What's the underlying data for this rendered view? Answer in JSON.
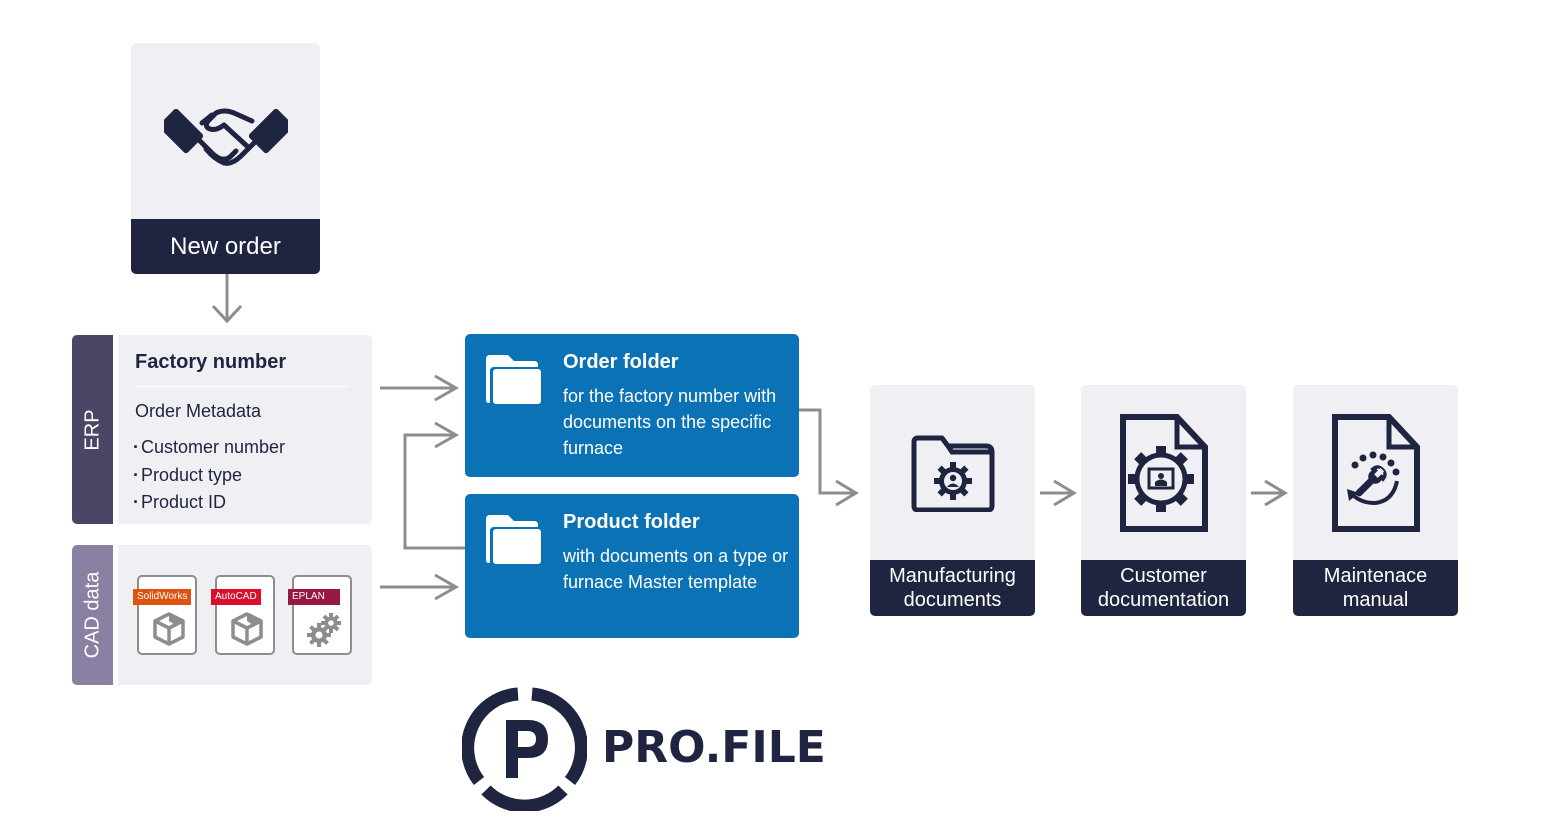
{
  "new_order": {
    "label": "New order",
    "icon": "handshake-icon"
  },
  "erp": {
    "tab_label": "ERP",
    "title": "Factory number",
    "subtitle": "Order Metadata",
    "bullet": "·",
    "items": [
      "Customer number",
      "Product type",
      "Product ID"
    ]
  },
  "cad": {
    "tab_label": "CAD data",
    "files": [
      {
        "badge": "SolidWorks",
        "badge_color": "#e0520f",
        "icon": "cube-icon"
      },
      {
        "badge": "AutoCAD",
        "badge_color": "#d8102b",
        "icon": "cube-icon"
      },
      {
        "badge": "EPLAN",
        "badge_color": "#961845",
        "icon": "gears-icon"
      }
    ]
  },
  "order_folder": {
    "title": "Order folder",
    "description": "for the factory number with documents on the specific furnace",
    "icon": "folder-icon"
  },
  "product_folder": {
    "title": "Product folder",
    "description": "with documents on a type or furnace Master template",
    "icon": "folder-icon"
  },
  "outputs": [
    {
      "label_line1": "Manufacturing",
      "label_line2": "documents",
      "icon": "folder-gear-user-icon"
    },
    {
      "label_line1": "Customer",
      "label_line2": "documentation",
      "icon": "document-gear-presentation-icon"
    },
    {
      "label_line1": "Maintenace",
      "label_line2": "manual",
      "icon": "document-wrench-cycle-icon"
    }
  ],
  "logo": {
    "letter": "P",
    "text": "PRO.FILE"
  },
  "colors": {
    "navy": "#1f2440",
    "blue": "#0a72b5",
    "card_bg": "#efeff4",
    "erp_tab": "#4b4566",
    "cad_tab": "#8a80a3",
    "connector": "#8d8d8d"
  }
}
